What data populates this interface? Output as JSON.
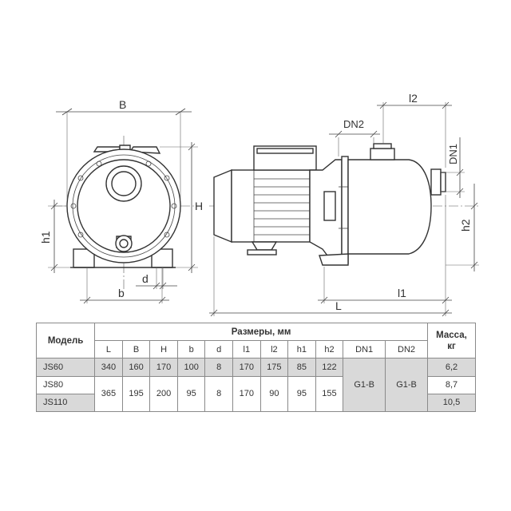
{
  "labels": {
    "B": "B",
    "H": "H",
    "h1": "h1",
    "b": "b",
    "d": "d",
    "DN2": "DN2",
    "l2": "l2",
    "DN1": "DN1",
    "h2": "h2",
    "l1": "l1",
    "L": "L"
  },
  "table": {
    "model_header": "Модель",
    "sizes_header": "Размеры, мм",
    "mass_header_line1": "Масса,",
    "mass_header_line2": "кг",
    "columns": [
      "L",
      "B",
      "H",
      "b",
      "d",
      "l1",
      "l2",
      "h1",
      "h2",
      "DN1",
      "DN2"
    ],
    "models": [
      "JS60",
      "JS80",
      "JS110"
    ],
    "js60": [
      "340",
      "160",
      "170",
      "100",
      "8",
      "170",
      "175",
      "85",
      "122"
    ],
    "js80_110": [
      "365",
      "195",
      "200",
      "95",
      "8",
      "170",
      "90",
      "95",
      "155"
    ],
    "dn1": "G1-B",
    "dn2": "G1-B",
    "mass": [
      "6,2",
      "8,7",
      "10,5"
    ]
  }
}
